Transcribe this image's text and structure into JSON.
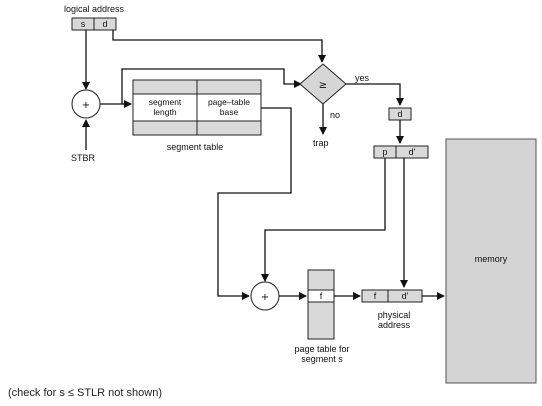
{
  "labels": {
    "logical_address": "logical address",
    "s": "s",
    "d": "d",
    "segment_length_1": "segment",
    "segment_length_2": "length",
    "page_table_base_1": "page–table",
    "page_table_base_2": "base",
    "segment_table": "segment table",
    "stbr": "STBR",
    "plus": "+",
    "compare": "≥",
    "yes": "yes",
    "no": "no",
    "trap": "trap",
    "d_out": "d",
    "p": "p",
    "d_prime": "d'",
    "f": "f",
    "f2": "f",
    "d_prime2": "d'",
    "physical_1": "physical",
    "physical_2": "address",
    "page_table_1": "page table for",
    "page_table_2": "segment s",
    "memory": "memory",
    "note": "(check for s ≤ STLR not shown)"
  }
}
